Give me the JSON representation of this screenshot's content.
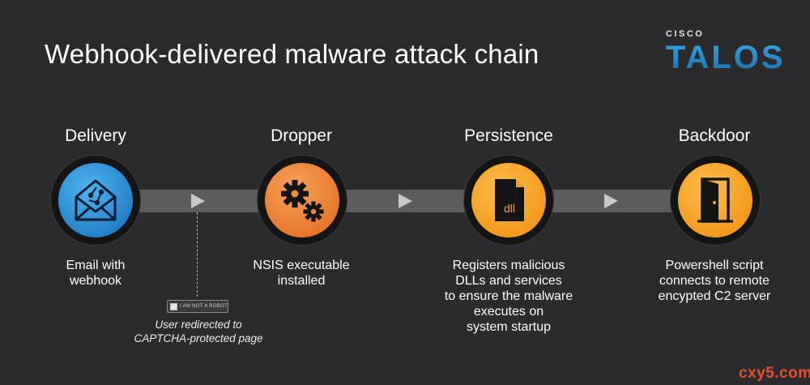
{
  "title": "Webhook-delivered malware attack chain",
  "logo": {
    "brand_top": "CISCO",
    "brand_main": "TALOS"
  },
  "stages": [
    {
      "label": "Delivery",
      "icon": "envelope-webhook-icon",
      "description": [
        "Email with",
        "webhook"
      ]
    },
    {
      "label": "Dropper",
      "icon": "gears-icon",
      "description": [
        "NSIS executable",
        "installed"
      ]
    },
    {
      "label": "Persistence",
      "icon": "dll-file-icon",
      "description": [
        "Registers malicious",
        "DLLs and services",
        "to ensure the malware",
        "executes on",
        "system startup"
      ]
    },
    {
      "label": "Backdoor",
      "icon": "open-door-icon",
      "description": [
        "Powershell script",
        "connects to remote",
        "encypted C2 server"
      ]
    }
  ],
  "captcha": {
    "label": "I AM NOT A ROBOT",
    "note": [
      "User redirected to",
      "CAPTCHA-protected page"
    ]
  },
  "icon_text": {
    "dll": "dll"
  },
  "watermark": "cxy5.com",
  "colors": {
    "background": "#2b2b2d",
    "delivery": "#2a8fd6",
    "dropper": "#f08a3a",
    "persistence": "#f6a021",
    "backdoor": "#f6a021",
    "talos": "#1e88c9",
    "watermark": "#e84d2e"
  }
}
